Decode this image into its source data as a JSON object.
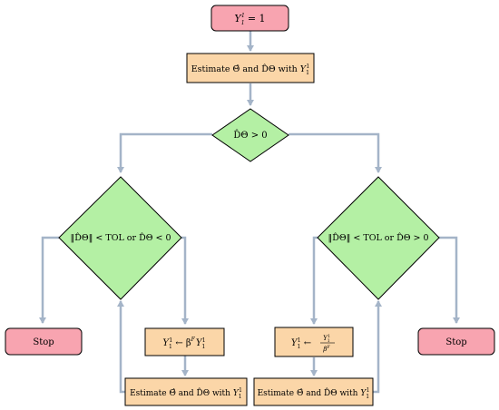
{
  "start": {
    "var": "Y",
    "sub": "1",
    "sup": "1",
    "rest": "= 1"
  },
  "estimate": {
    "prefix": "Estimate Θ̂ and D̂Θ with ",
    "var": "Y",
    "sub": "1",
    "sup": "1"
  },
  "decision_main": {
    "text": "D̂Θ > 0"
  },
  "decision_left": {
    "text": "‖D̂Θ‖ < TOL or D̂Θ < 0"
  },
  "decision_right": {
    "text": "‖D̂Θ‖ < TOL or D̂Θ > 0"
  },
  "stop_left": {
    "text": "Stop"
  },
  "stop_right": {
    "text": "Stop"
  },
  "update_left": {
    "lhs": "Y",
    "sub": "1",
    "sup": "1",
    "arrow": " ← β",
    "beta_sup": "F",
    "rhs_var": "Y",
    "rhs_sub": "1",
    "rhs_sup": "1"
  },
  "update_right": {
    "lhs": "Y",
    "sub": "1",
    "sup": "1",
    "arrow": " ← ",
    "num": "Y",
    "num_sub": "1",
    "num_sup": "1",
    "den": "β",
    "den_sup": "F"
  },
  "estimate_left": {
    "prefix": "Estimate Θ̂ and D̂Θ with ",
    "var": "Y",
    "sub": "1",
    "sup": "1"
  },
  "estimate_right": {
    "prefix": "Estimate Θ̂ and D̂Θ with ",
    "var": "Y",
    "sub": "1",
    "sup": "1"
  },
  "colors": {
    "stop_fill": "#f8a4b0",
    "process_fill": "#fbd6a8",
    "decision_fill": "#b4f0a4",
    "stroke": "#000000",
    "arrow": "#a4b4c8"
  }
}
